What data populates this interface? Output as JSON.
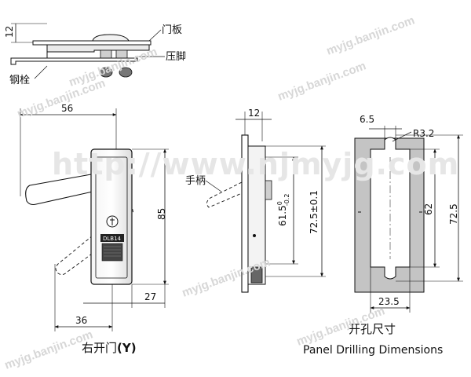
{
  "watermarks": {
    "url": "http://www.njmyjg.com",
    "small": "myjg.banjin.com"
  },
  "top_view": {
    "dim_height": "12",
    "label_panel": "门板",
    "label_pressfoot": "压脚",
    "label_bolt": "钢栓"
  },
  "front_view": {
    "dim_width": "56",
    "dim_height": "85",
    "dim_bottom_right": "27",
    "dim_bottom_left": "36",
    "caption": "右开门",
    "caption_suffix": "(Y)",
    "badge_text": "DLB14"
  },
  "side_view": {
    "dim_thickness": "12",
    "label_handle": "手柄",
    "dim_inner": "61.5",
    "dim_inner_tol_upper": "0",
    "dim_inner_tol_lower": "-0.2",
    "dim_outer": "72.5±0.1"
  },
  "panel_cutout": {
    "dim_top_width": "6.5",
    "dim_radius": "R3.2",
    "dim_inner_height": "62",
    "dim_outer_height": "72.5",
    "dim_width": "23.5",
    "caption_cn": "开孔尺寸",
    "caption_en": "Panel Drilling Dimensions"
  }
}
